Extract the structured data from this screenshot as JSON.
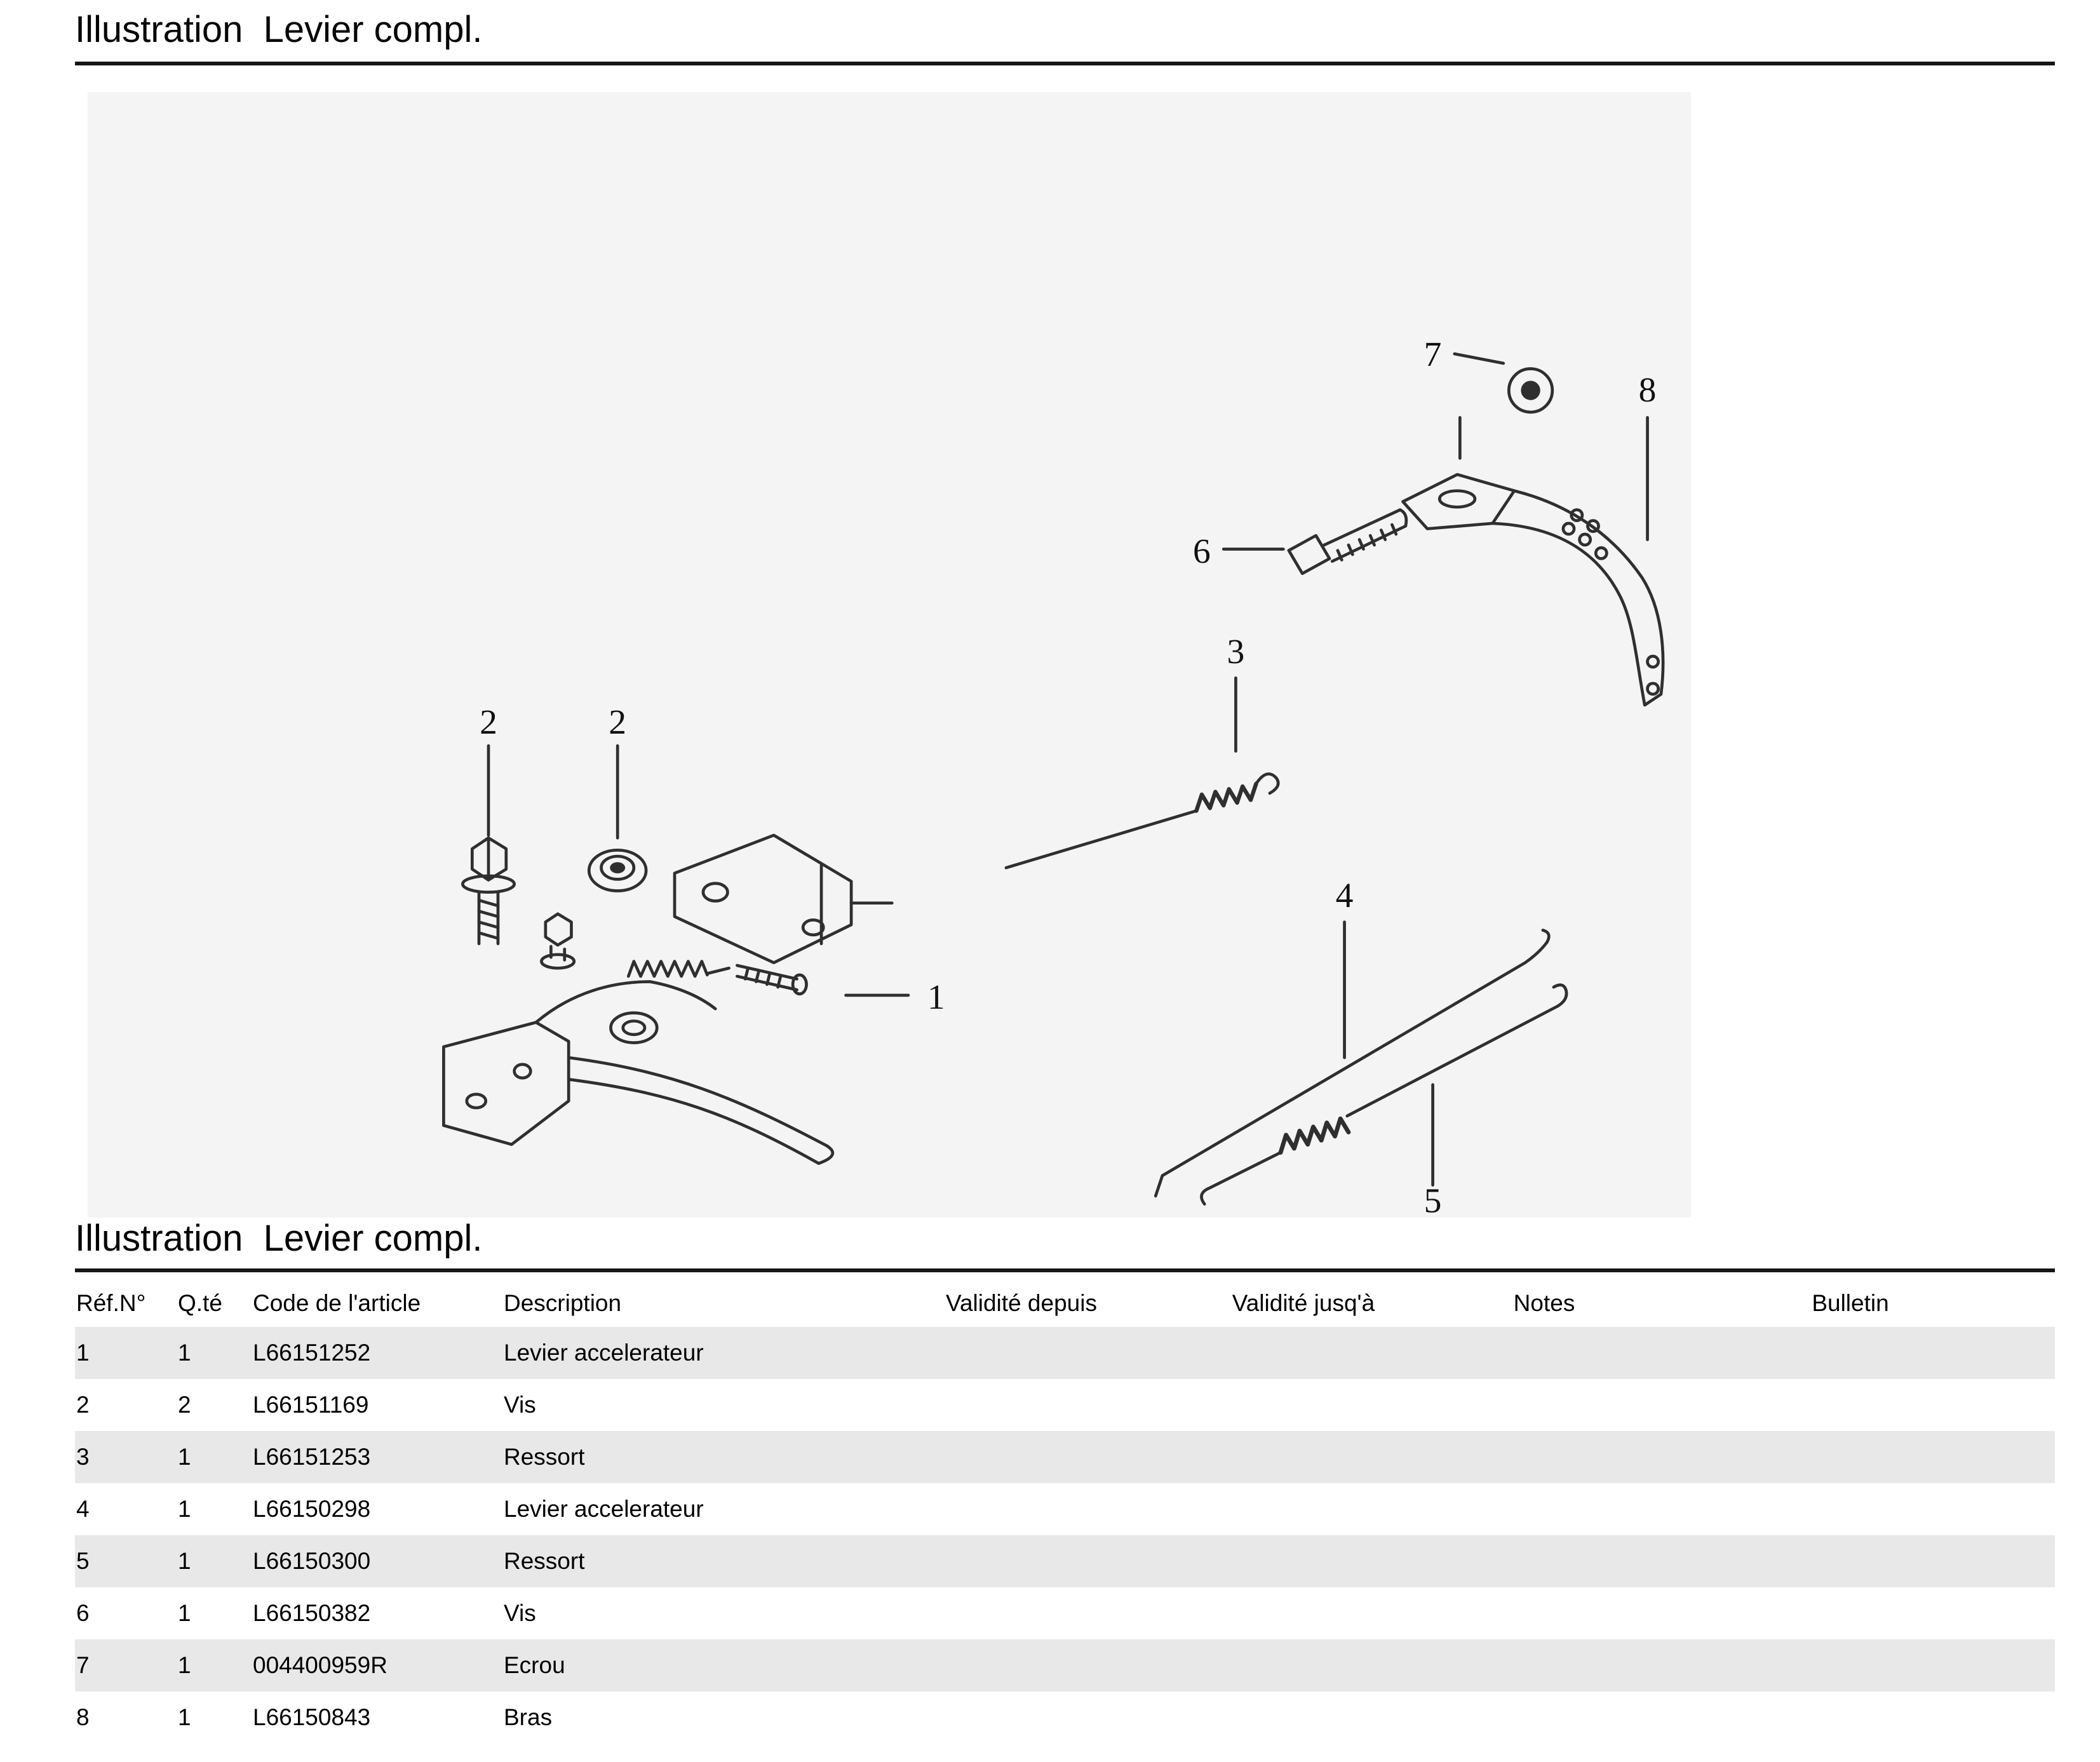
{
  "page": {
    "title_top": "Illustration  Levier compl.",
    "title_bottom": "Illustration  Levier compl."
  },
  "diagram": {
    "callouts": {
      "lever_assembly": "1",
      "bolt_left": "2",
      "nut_right": "2",
      "spring_center": "3",
      "rod": "4",
      "spring_lower": "5",
      "screw": "6",
      "nut_top": "7",
      "arm": "8"
    }
  },
  "table": {
    "headers": [
      "Réf.N°",
      "Q.té",
      "Code de l'article",
      "Description",
      "Validité depuis",
      "Validité jusq'à",
      "Notes",
      "Bulletin"
    ],
    "rows": [
      {
        "ref": "1",
        "qty": "1",
        "code": "L66151252",
        "desc": "Levier accelerateur",
        "from": "",
        "to": "",
        "notes": "",
        "bulletin": ""
      },
      {
        "ref": "2",
        "qty": "2",
        "code": "L66151169",
        "desc": "Vis",
        "from": "",
        "to": "",
        "notes": "",
        "bulletin": ""
      },
      {
        "ref": "3",
        "qty": "1",
        "code": "L66151253",
        "desc": "Ressort",
        "from": "",
        "to": "",
        "notes": "",
        "bulletin": ""
      },
      {
        "ref": "4",
        "qty": "1",
        "code": "L66150298",
        "desc": "Levier accelerateur",
        "from": "",
        "to": "",
        "notes": "",
        "bulletin": ""
      },
      {
        "ref": "5",
        "qty": "1",
        "code": "L66150300",
        "desc": "Ressort",
        "from": "",
        "to": "",
        "notes": "",
        "bulletin": ""
      },
      {
        "ref": "6",
        "qty": "1",
        "code": "L66150382",
        "desc": "Vis",
        "from": "",
        "to": "",
        "notes": "",
        "bulletin": ""
      },
      {
        "ref": "7",
        "qty": "1",
        "code": "004400959R",
        "desc": "Ecrou",
        "from": "",
        "to": "",
        "notes": "",
        "bulletin": ""
      },
      {
        "ref": "8",
        "qty": "1",
        "code": "L66150843",
        "desc": "Bras",
        "from": "",
        "to": "",
        "notes": "",
        "bulletin": ""
      }
    ]
  },
  "colors": {
    "rule": "#161616",
    "row_shade": "#e8e8e8",
    "diagram_bg": "#f4f4f4",
    "line": "#2f2f2f"
  }
}
